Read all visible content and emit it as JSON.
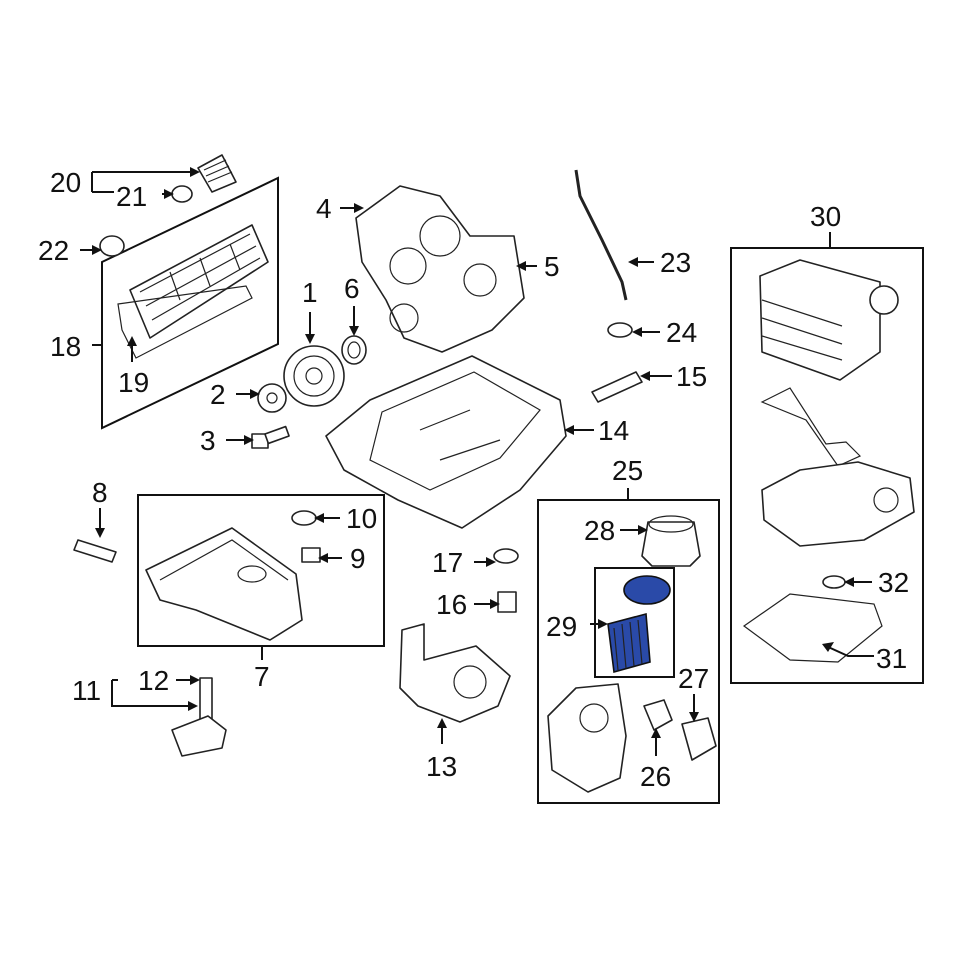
{
  "diagram": {
    "highlight_color": "#2a4aa8",
    "callouts": {
      "c1": "1",
      "c2": "2",
      "c3": "3",
      "c4": "4",
      "c5": "5",
      "c6": "6",
      "c7": "7",
      "c8": "8",
      "c9": "9",
      "c10": "10",
      "c11": "11",
      "c12": "12",
      "c13": "13",
      "c14": "14",
      "c15": "15",
      "c16": "16",
      "c17": "17",
      "c18": "18",
      "c19": "19",
      "c20": "20",
      "c21": "21",
      "c22": "22",
      "c23": "23",
      "c24": "24",
      "c25": "25",
      "c26": "26",
      "c27": "27",
      "c28": "28",
      "c29": "29",
      "c30": "30",
      "c31": "31",
      "c32": "32"
    },
    "highlighted_parts": [
      "29"
    ]
  }
}
